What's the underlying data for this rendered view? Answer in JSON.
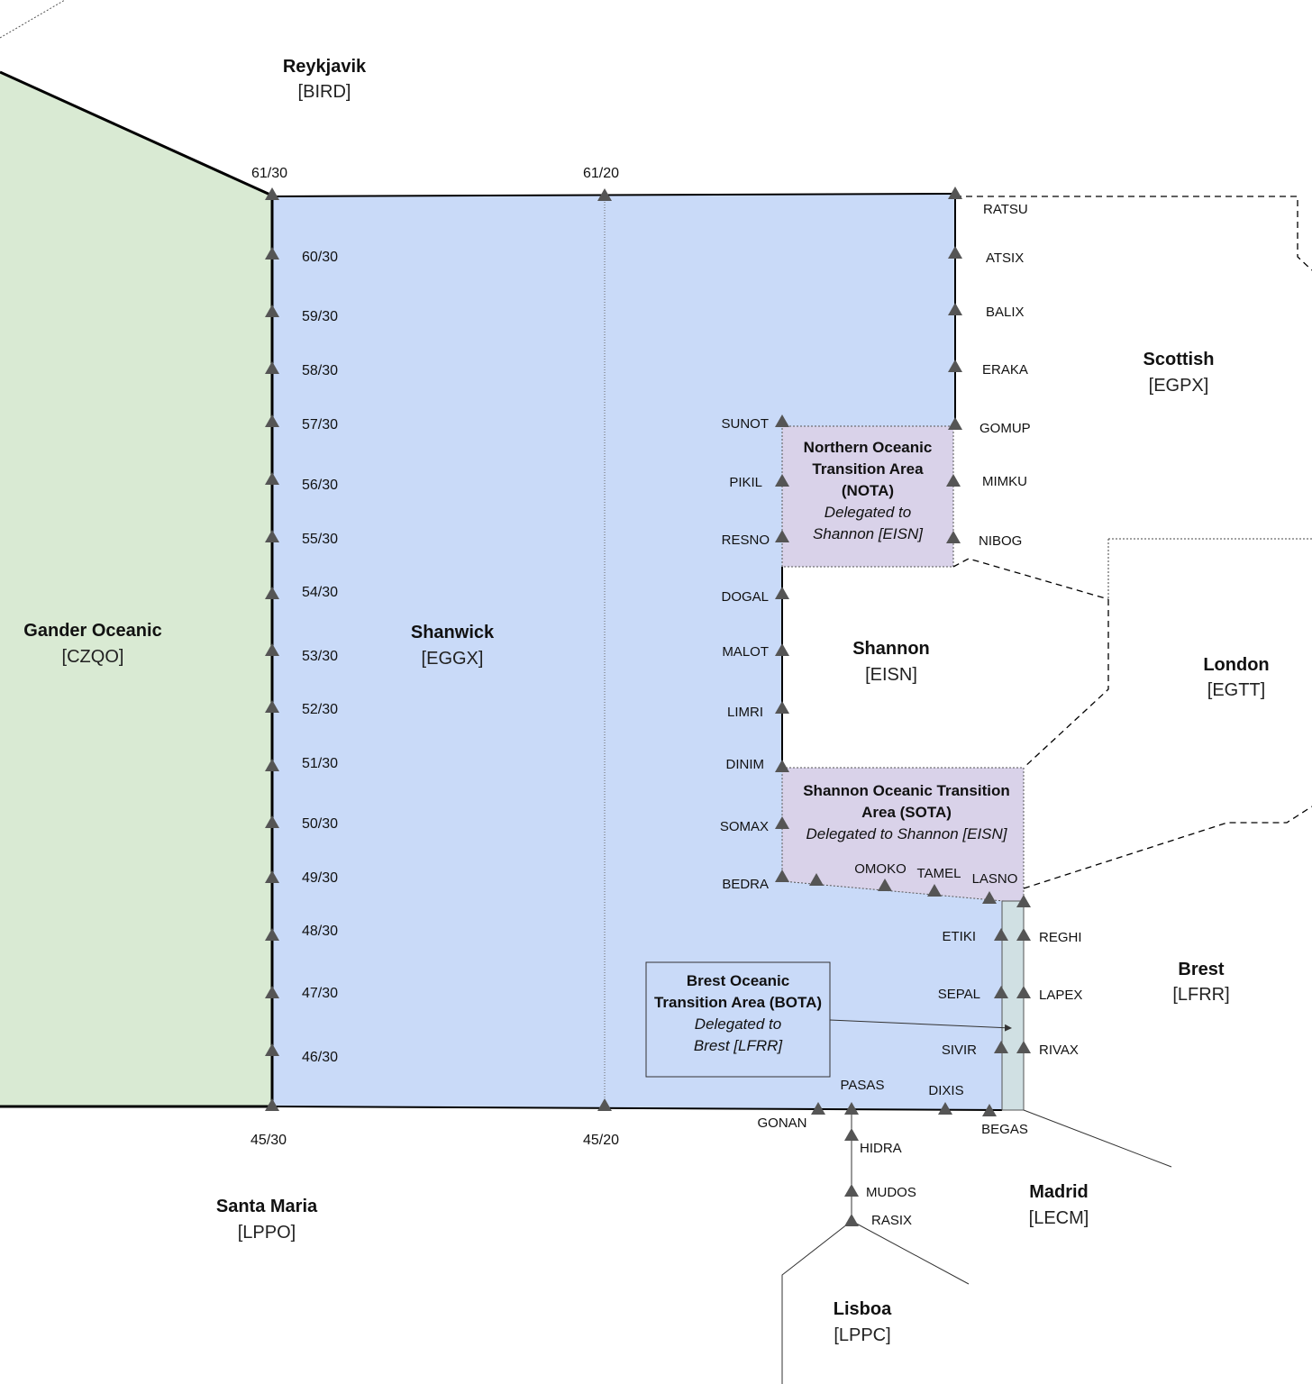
{
  "regions": {
    "reykjavik": {
      "name": "Reykjavik",
      "code": "[BIRD]"
    },
    "gander": {
      "name": "Gander Oceanic",
      "code": "[CZQO]"
    },
    "shanwick": {
      "name": "Shanwick",
      "code": "[EGGX]"
    },
    "scottish": {
      "name": "Scottish",
      "code": "[EGPX]"
    },
    "shannon": {
      "name": "Shannon",
      "code": "[EISN]"
    },
    "london": {
      "name": "London",
      "code": "[EGTT]"
    },
    "brest": {
      "name": "Brest",
      "code": "[LFRR]"
    },
    "madrid": {
      "name": "Madrid",
      "code": "[LECM]"
    },
    "santa_maria": {
      "name": "Santa Maria",
      "code": "[LPPO]"
    },
    "lisboa": {
      "name": "Lisboa",
      "code": "[LPPC]"
    }
  },
  "areas": {
    "nota": {
      "lines": [
        "Northern Oceanic",
        "Transition Area",
        "(NOTA)"
      ],
      "sub": [
        "Delegated to",
        "Shannon [EISN]"
      ]
    },
    "sota": {
      "lines": [
        "Shannon Oceanic Transition",
        "Area (SOTA)"
      ],
      "sub": [
        "Delegated to Shannon [EISN]"
      ]
    },
    "bota": {
      "lines": [
        "Brest Oceanic",
        "Transition Area (BOTA)"
      ],
      "sub": [
        "Delegated to",
        "Brest [LFRR]"
      ]
    }
  },
  "coords": {
    "top": [
      "61/30",
      "61/20"
    ],
    "bottom": [
      "45/30",
      "45/20"
    ],
    "west": [
      "60/30",
      "59/30",
      "58/30",
      "57/30",
      "56/30",
      "55/30",
      "54/30",
      "53/30",
      "52/30",
      "51/30",
      "50/30",
      "49/30",
      "48/30",
      "47/30",
      "46/30"
    ]
  },
  "fixes": {
    "east_boundary": [
      "RATSU",
      "ATSIX",
      "BALIX",
      "ERAKA",
      "GOMUP",
      "MIMKU",
      "NIBOG"
    ],
    "shannon_west": [
      "SUNOT",
      "PIKIL",
      "RESNO",
      "DOGAL",
      "MALOT",
      "LIMRI",
      "DINIM",
      "SOMAX",
      "BEDRA"
    ],
    "sota_south": [
      "OMOKO",
      "TAMEL",
      "LASNO"
    ],
    "bota_west": [
      "ETIKI",
      "SEPAL",
      "SIVIR"
    ],
    "bota_east": [
      "REGHI",
      "LAPEX",
      "RIVAX"
    ],
    "south": [
      "GONAN",
      "PASAS",
      "DIXIS",
      "BEGAS"
    ],
    "lisboa_route": [
      "HIDRA",
      "MUDOS",
      "RASIX"
    ]
  }
}
